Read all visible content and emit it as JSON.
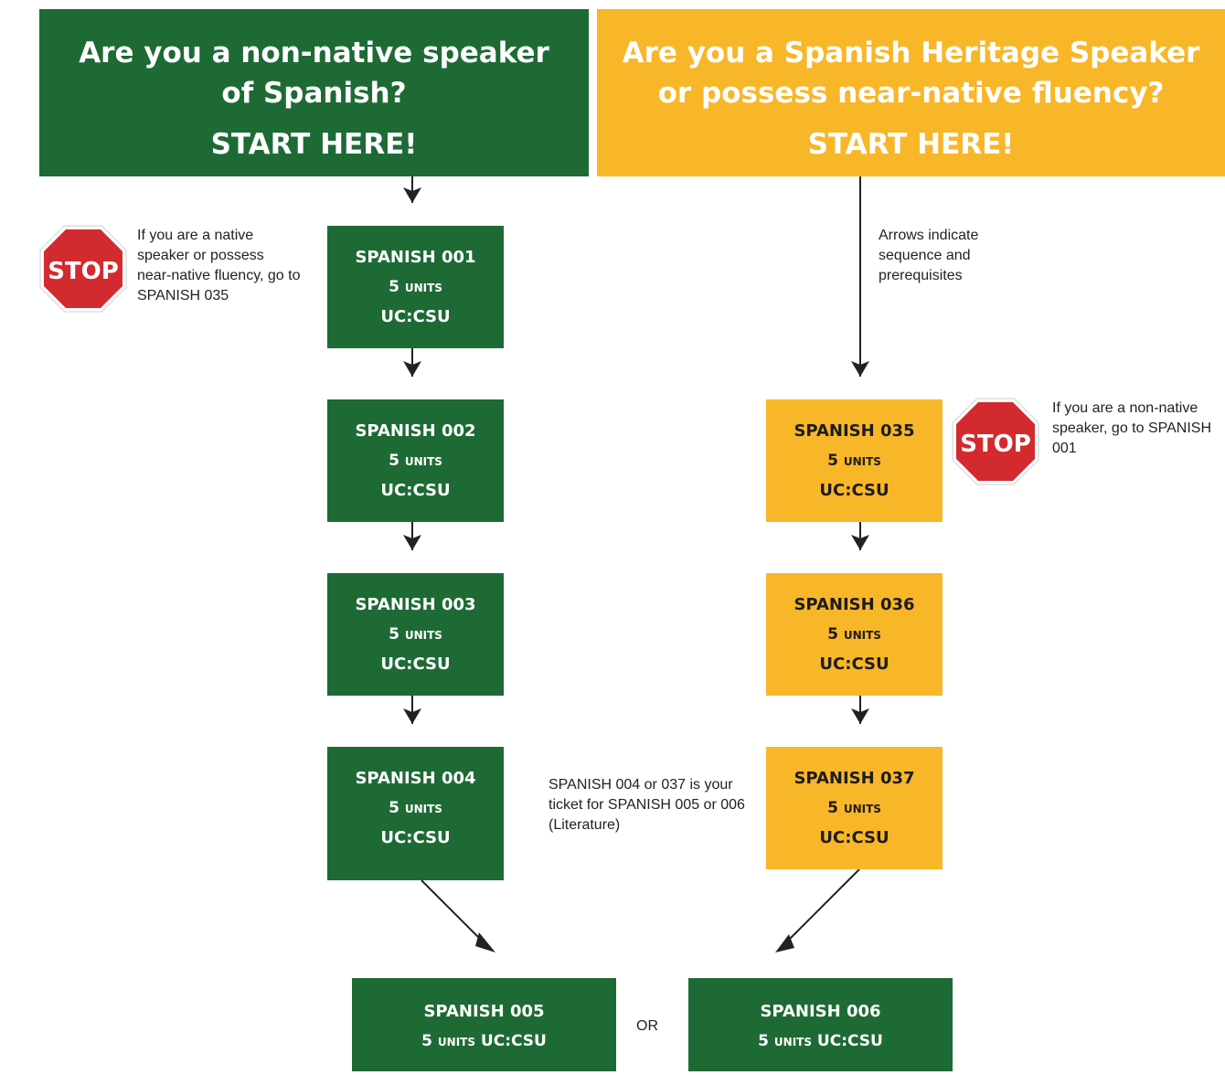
{
  "header_left": {
    "question": "Are you a non-native speaker of Spanish?",
    "start": "START HERE!"
  },
  "header_right": {
    "question": "Are you a Spanish Heritage Speaker or possess near-native fluency?",
    "start": "START HERE!"
  },
  "stop_label": "STOP",
  "units_number": "5",
  "units_word": "UNITS",
  "transfer": "UC:CSU",
  "notes": {
    "stop_left": "If you are a native speaker or possess near-native fluency, go to SPANISH 035",
    "arrows": "Arrows indicate sequence and prerequisites",
    "stop_right": "If you are a non-native speaker, go to SPANISH 001",
    "ticket": "SPANISH 004 or 037 is your ticket for SPANISH 005 or 006 (Literature)",
    "or": "OR"
  },
  "courses": {
    "s001": "SPANISH 001",
    "s002": "SPANISH 002",
    "s003": "SPANISH 003",
    "s004": "SPANISH 004",
    "s035": "SPANISH 035",
    "s036": "SPANISH 036",
    "s037": "SPANISH 037",
    "s005": "SPANISH 005",
    "s006": "SPANISH 006"
  },
  "colors": {
    "green": "#1e6a35",
    "yellow": "#f8b629",
    "stop_red": "#d32a2f"
  }
}
